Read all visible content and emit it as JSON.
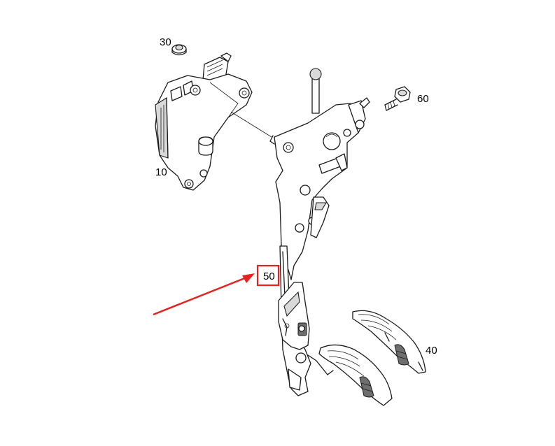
{
  "callouts": {
    "part_10": "10",
    "part_30": "30",
    "part_40": "40",
    "part_50": "50",
    "part_60": "60"
  },
  "highlight": {
    "target": "50",
    "box_color": "#e8201f",
    "arrow_color": "#e8201f"
  }
}
